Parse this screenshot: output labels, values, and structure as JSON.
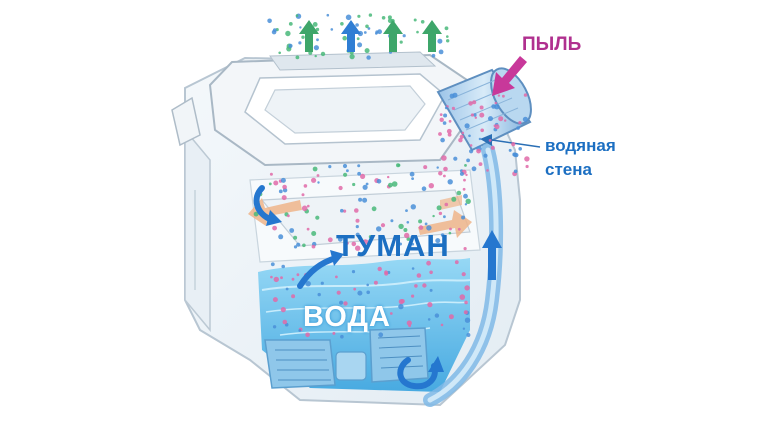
{
  "colors": {
    "dust_accent": "#b0308f",
    "label_blue": "#1c6fc2",
    "water_blue": "#6cc6ef",
    "arrow_blue": "#2577cf",
    "arrow_green": "#3ea66a",
    "arrow_orange": "#e8a67a",
    "particle_pink": "#e06aa8",
    "particle_green": "#49b87a",
    "particle_blue": "#4a8fd8"
  },
  "labels": {
    "dust": "ПЫЛЬ",
    "water_wall_line1": "водяная",
    "water_wall_line2": "стена",
    "fog": "ТУМАН",
    "water": "ВОДА"
  },
  "icons": [
    "up-arrow-icon",
    "dust-arrow-icon",
    "circulation-arrow-icon",
    "flow-arrow-icon"
  ]
}
